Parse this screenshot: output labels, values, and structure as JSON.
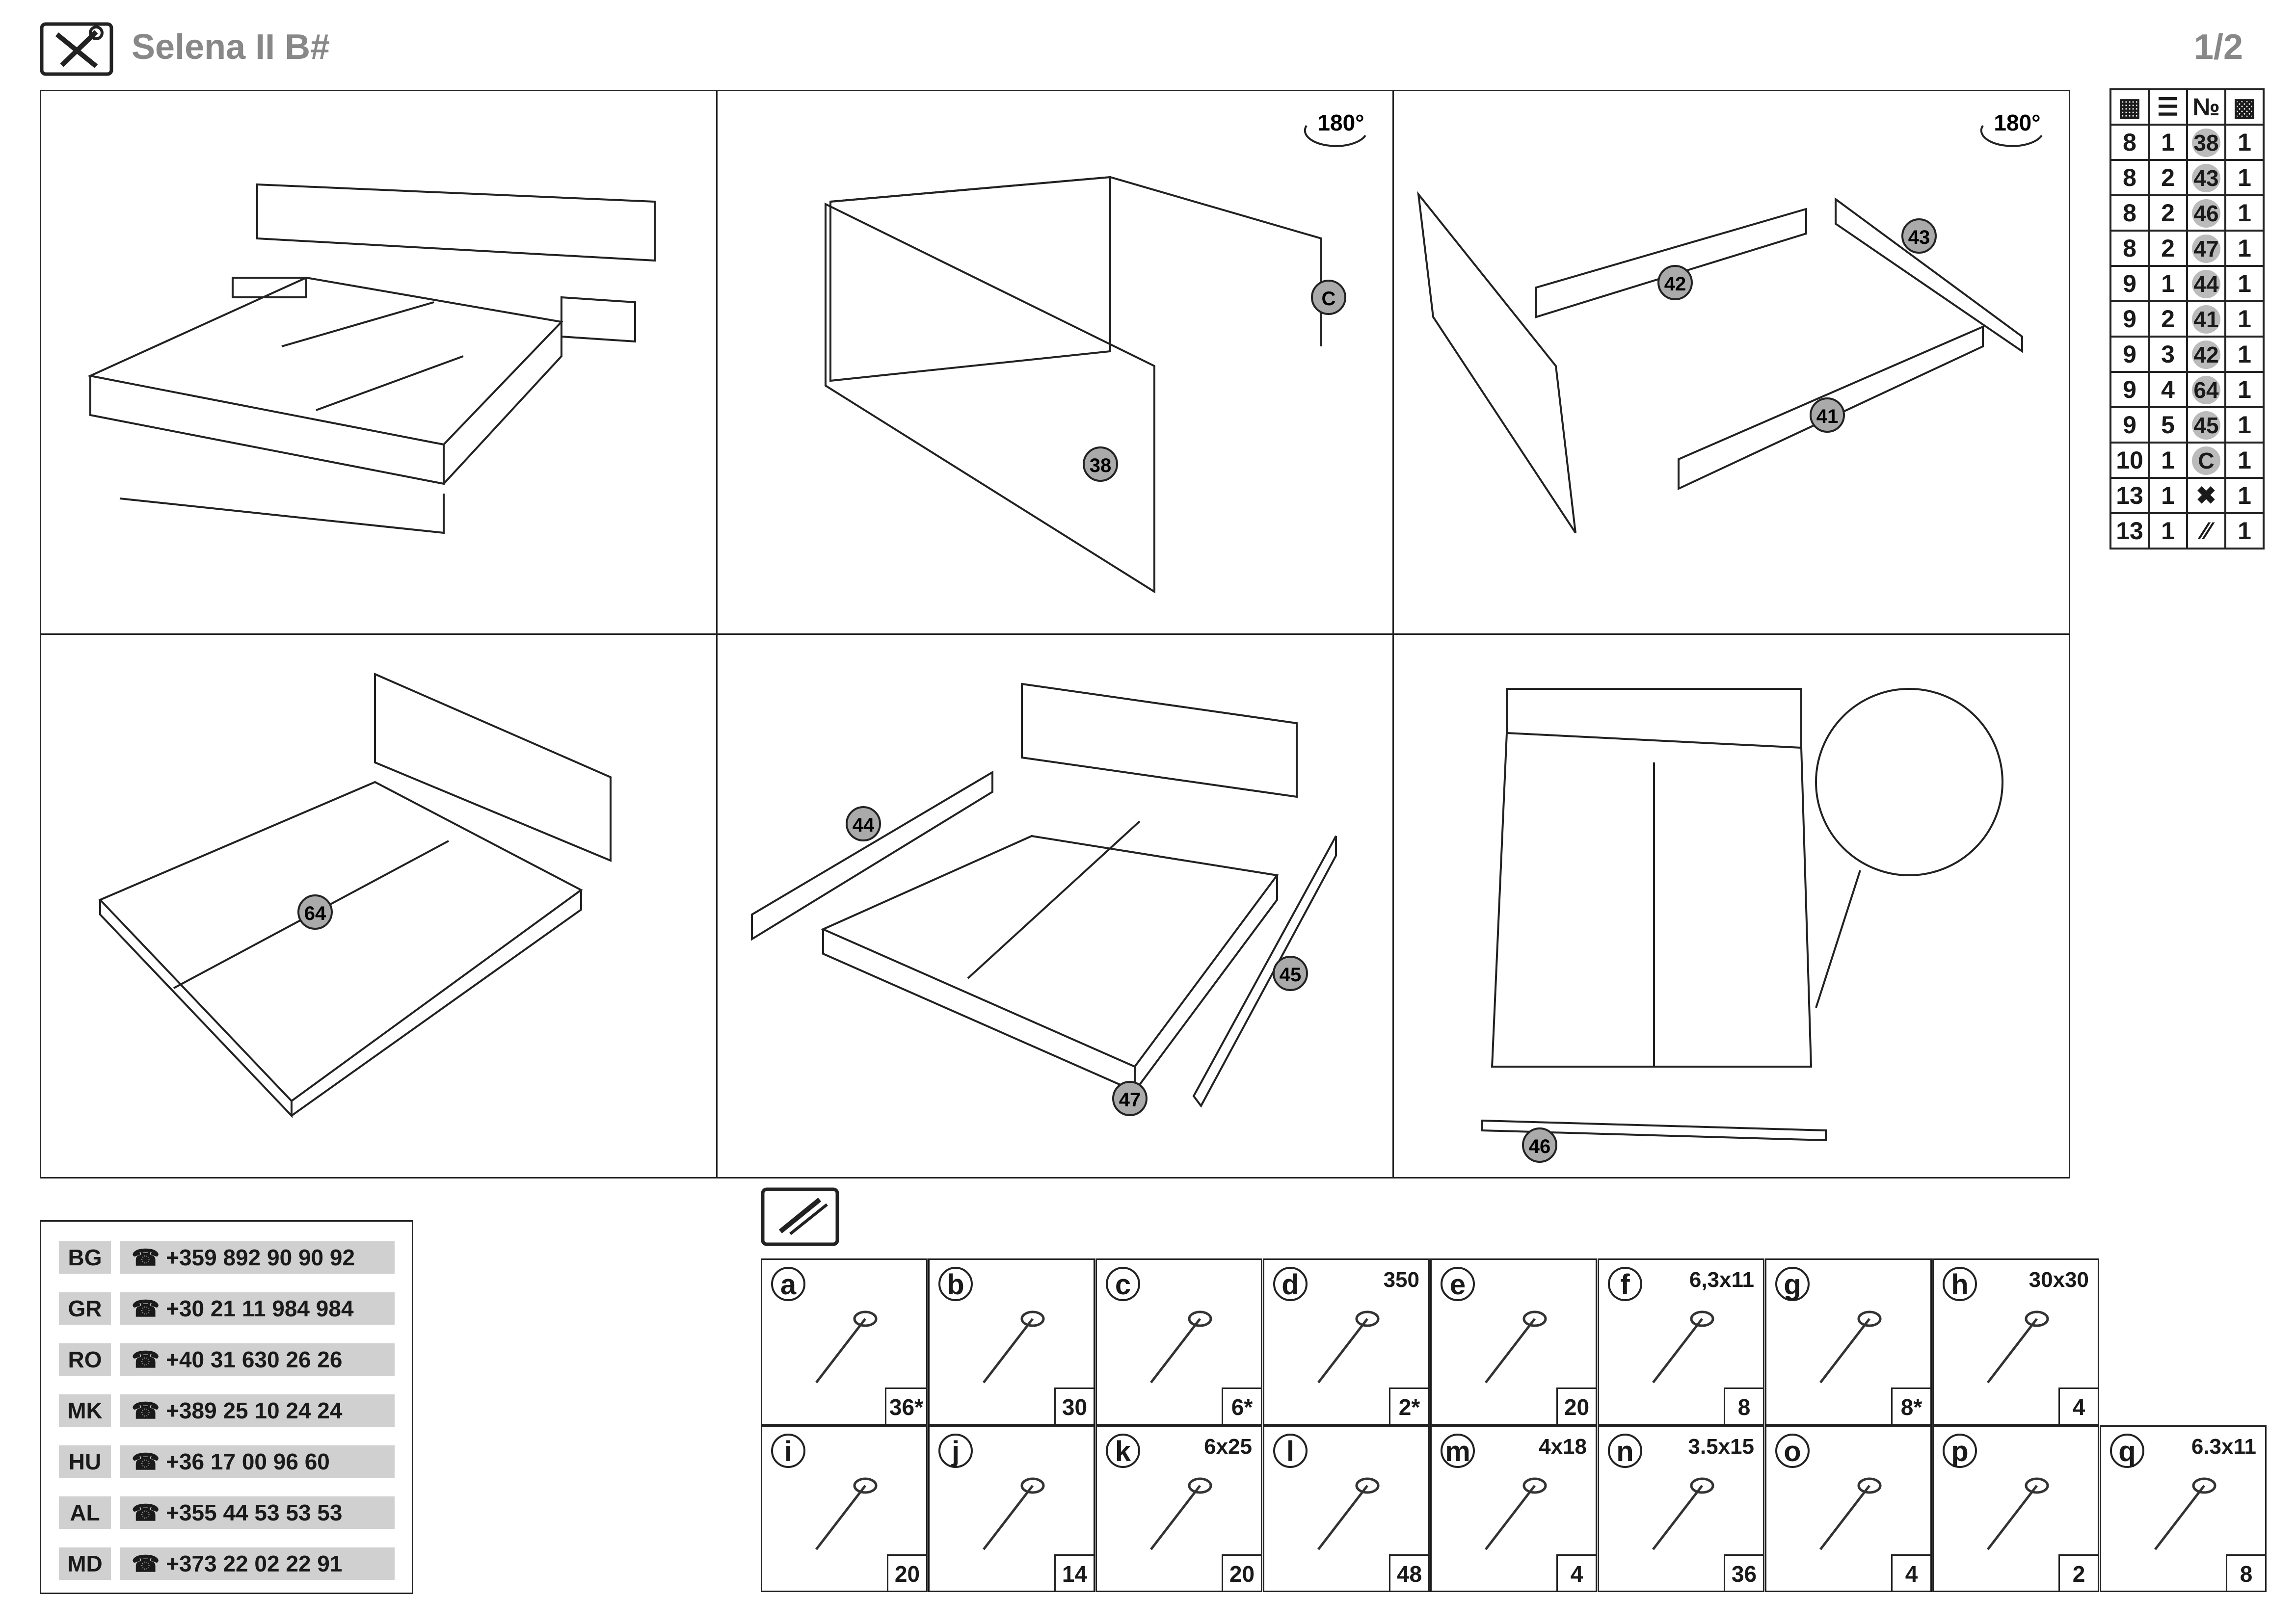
{
  "header": {
    "title": "Selena II B#",
    "page": "1/2"
  },
  "panels": {
    "rotate_label": "180°"
  },
  "callouts": {
    "step2": [
      "38",
      "C"
    ],
    "step3": [
      "42",
      "43",
      "41"
    ],
    "step4": [
      "64"
    ],
    "step5": [
      "44",
      "45",
      "47"
    ],
    "step6": [
      "46"
    ]
  },
  "parts_table": {
    "header_icons": [
      "box-icon",
      "layers-icon",
      "number-sign",
      "grid-icon"
    ],
    "number_header": "№",
    "rows": [
      {
        "a": "8",
        "b": "1",
        "part": "38",
        "qty": "1"
      },
      {
        "a": "8",
        "b": "2",
        "part": "43",
        "qty": "1"
      },
      {
        "a": "8",
        "b": "2",
        "part": "46",
        "qty": "1"
      },
      {
        "a": "8",
        "b": "2",
        "part": "47",
        "qty": "1"
      },
      {
        "a": "9",
        "b": "1",
        "part": "44",
        "qty": "1"
      },
      {
        "a": "9",
        "b": "2",
        "part": "41",
        "qty": "1"
      },
      {
        "a": "9",
        "b": "3",
        "part": "42",
        "qty": "1"
      },
      {
        "a": "9",
        "b": "4",
        "part": "64",
        "qty": "1"
      },
      {
        "a": "9",
        "b": "5",
        "part": "45",
        "qty": "1"
      },
      {
        "a": "10",
        "b": "1",
        "part": "C",
        "qty": "1"
      },
      {
        "a": "13",
        "b": "1",
        "part": "",
        "part_icon": "tools-icon",
        "qty": "1"
      },
      {
        "a": "13",
        "b": "1",
        "part": "",
        "part_icon": "rails-icon",
        "qty": "1"
      }
    ]
  },
  "phones": [
    {
      "code": "BG",
      "number": "+359 892 90 90 92"
    },
    {
      "code": "GR",
      "number": "+30 21 11 984 984"
    },
    {
      "code": "RO",
      "number": "+40 31 630 26 26"
    },
    {
      "code": "MK",
      "number": "+389 25 10 24 24"
    },
    {
      "code": "HU",
      "number": "+36 17 00 96 60"
    },
    {
      "code": "AL",
      "number": "+355 44 53 53 53"
    },
    {
      "code": "MD",
      "number": "+373 22 02 22 91"
    }
  ],
  "hardware": [
    {
      "letter": "a",
      "size": "",
      "qty": "36*",
      "icon": "cam-bolt-icon"
    },
    {
      "letter": "b",
      "size": "",
      "qty": "30",
      "icon": "dowel-icon"
    },
    {
      "letter": "c",
      "size": "",
      "qty": "6*",
      "icon": "double-cam-icon"
    },
    {
      "letter": "d",
      "size": "350",
      "qty": "2*",
      "icon": "drawer-rail-icon"
    },
    {
      "letter": "e",
      "size": "",
      "qty": "20",
      "icon": "glide-icon"
    },
    {
      "letter": "f",
      "size": "6,3x11",
      "qty": "8",
      "icon": "screw-anchor-icon"
    },
    {
      "letter": "g",
      "size": "",
      "qty": "8*",
      "icon": "nail-icon"
    },
    {
      "letter": "h",
      "size": "30x30",
      "qty": "4",
      "icon": "angle-bracket-icon"
    },
    {
      "letter": "i",
      "size": "",
      "qty": "20",
      "icon": "plug-icon"
    },
    {
      "letter": "j",
      "size": "",
      "qty": "14",
      "icon": "foot-pad-icon"
    },
    {
      "letter": "k",
      "size": "6x25",
      "qty": "20",
      "icon": "bolt-icon"
    },
    {
      "letter": "l",
      "size": "",
      "qty": "48",
      "icon": "disc-icon"
    },
    {
      "letter": "m",
      "size": "4x18",
      "qty": "4",
      "icon": "screw-icon"
    },
    {
      "letter": "n",
      "size": "3.5x15",
      "qty": "36",
      "icon": "wood-screw-icon"
    },
    {
      "letter": "o",
      "size": "",
      "qty": "4",
      "icon": "corner-bracket-icon"
    },
    {
      "letter": "p",
      "size": "",
      "qty": "2",
      "icon": "handle-icon"
    },
    {
      "letter": "q",
      "size": "6.3x11",
      "qty": "8",
      "icon": "short-screw-icon"
    }
  ]
}
